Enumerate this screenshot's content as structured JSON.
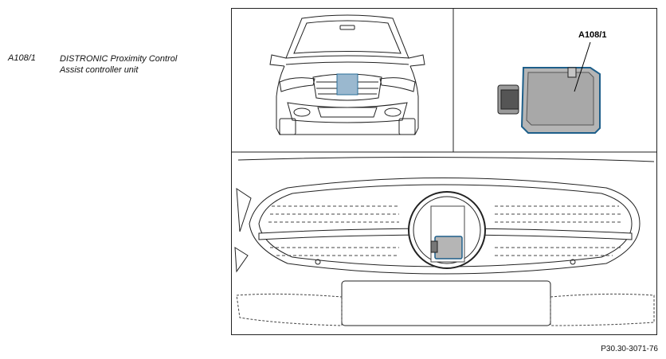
{
  "legend": {
    "code": "A108/1",
    "description_line1": "DISTRONIC Proximity Control",
    "description_line2": "Assist controller unit"
  },
  "figure": {
    "callout_label": "A108/1",
    "reference": "P30.30-3071-76",
    "highlight_color": "#9ab8cf",
    "unit_color": "#b5b5b5"
  }
}
